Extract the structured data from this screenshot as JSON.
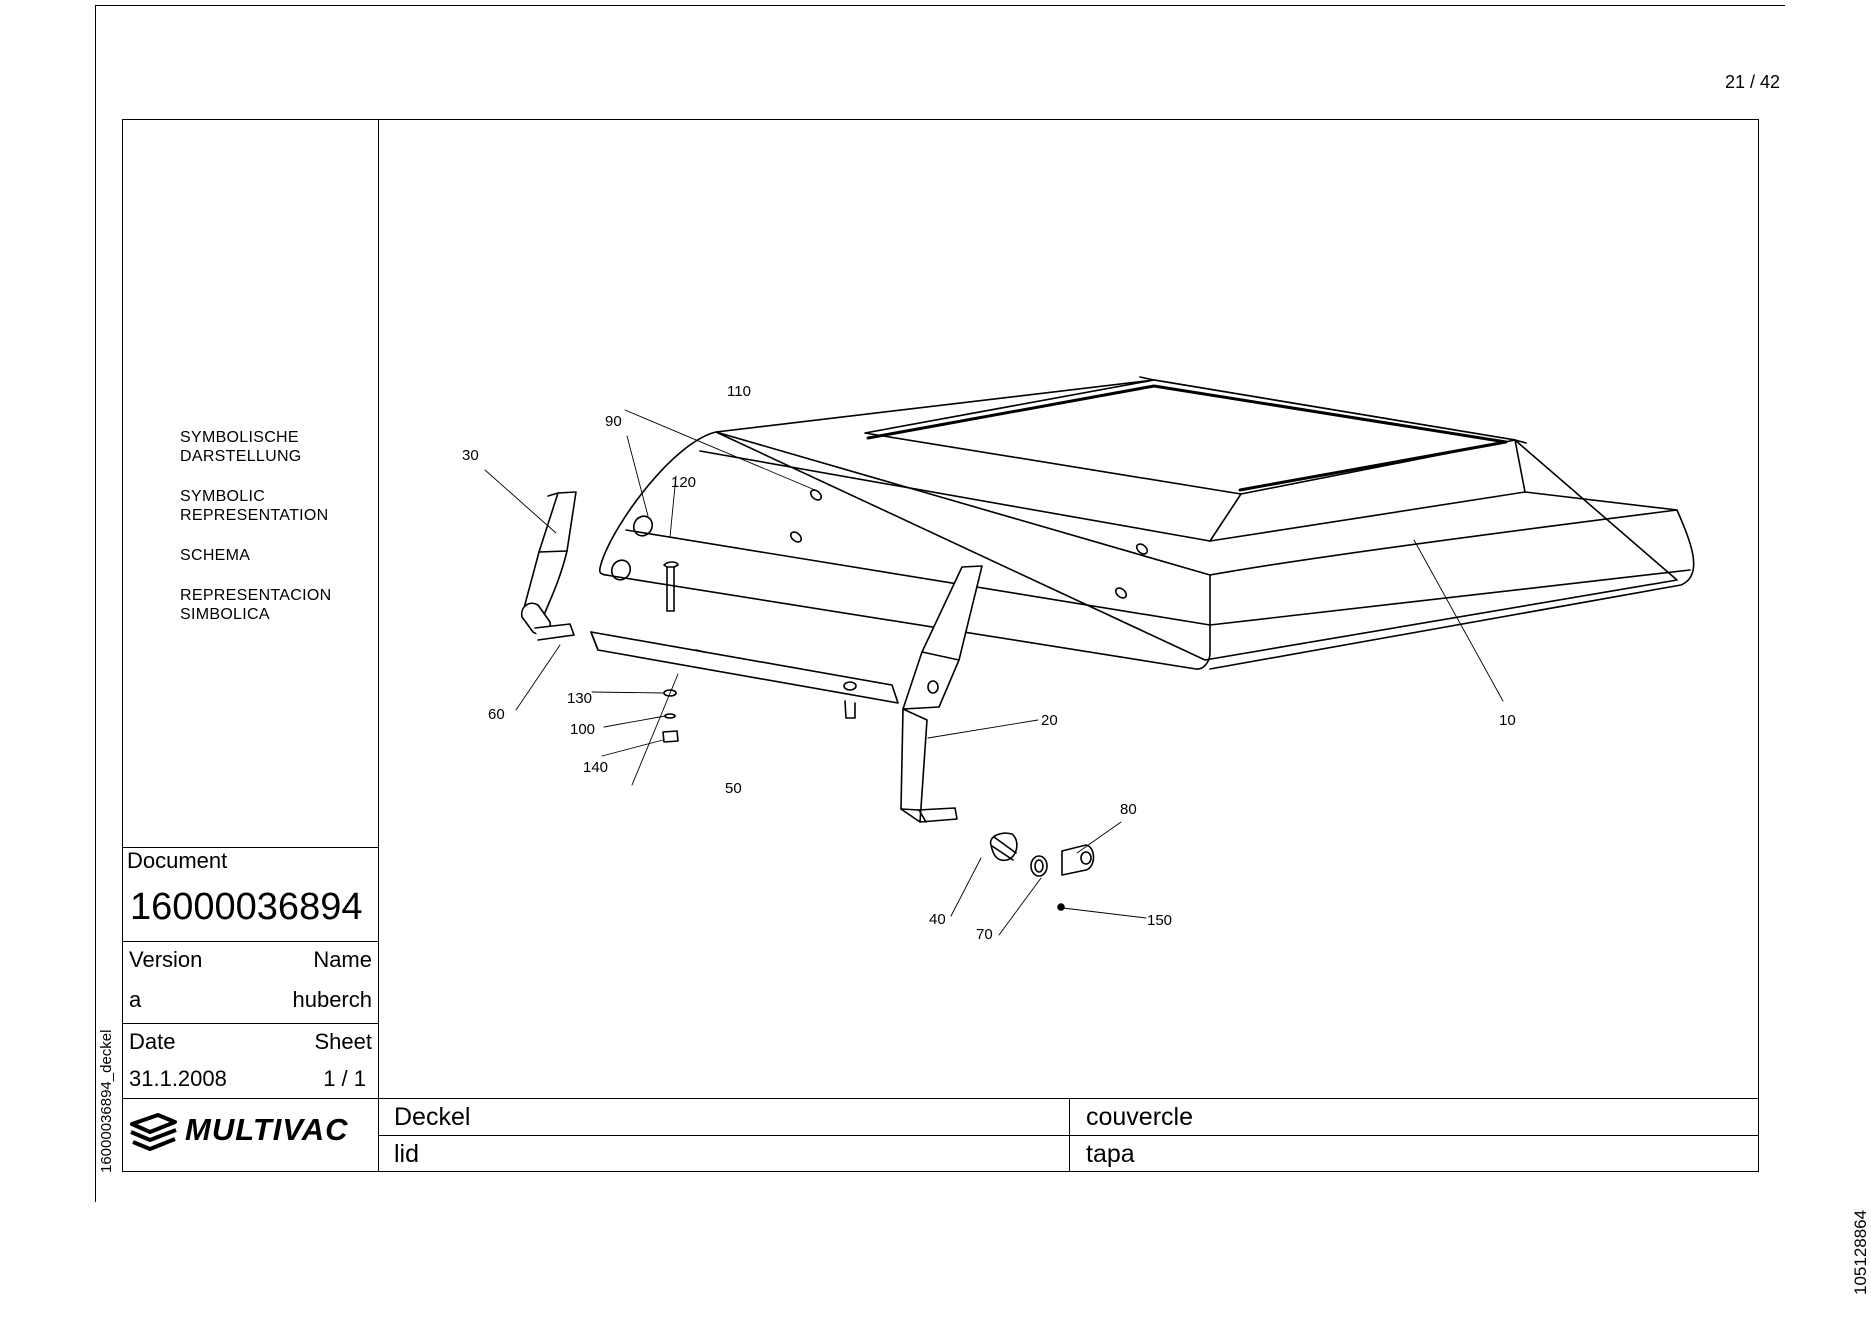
{
  "page": {
    "number": "21 / 42"
  },
  "symbolic": {
    "de": "SYMBOLISCHE\nDARSTELLUNG",
    "en": "SYMBOLIC\nREPRESENTATION",
    "fr": "SCHEMA",
    "es": "REPRESENTACION\nSIMBOLICA"
  },
  "title_block": {
    "document_label": "Document",
    "document_number": "16000036894",
    "version_label": "Version",
    "name_label": "Name",
    "version": "a",
    "name": "huberch",
    "date_label": "Date",
    "sheet_label": "Sheet",
    "date": "31.1.2008",
    "sheet": "1 / 1",
    "brand": "MULTIVAC",
    "file_ref": "16000036894_deckel"
  },
  "titles": {
    "de": "Deckel",
    "fr": "couvercle",
    "en": "lid",
    "es": "tapa"
  },
  "callouts": [
    "10",
    "20",
    "30",
    "40",
    "50",
    "60",
    "70",
    "80",
    "90",
    "100",
    "110",
    "120",
    "130",
    "140",
    "150"
  ],
  "side_code": "105128864"
}
